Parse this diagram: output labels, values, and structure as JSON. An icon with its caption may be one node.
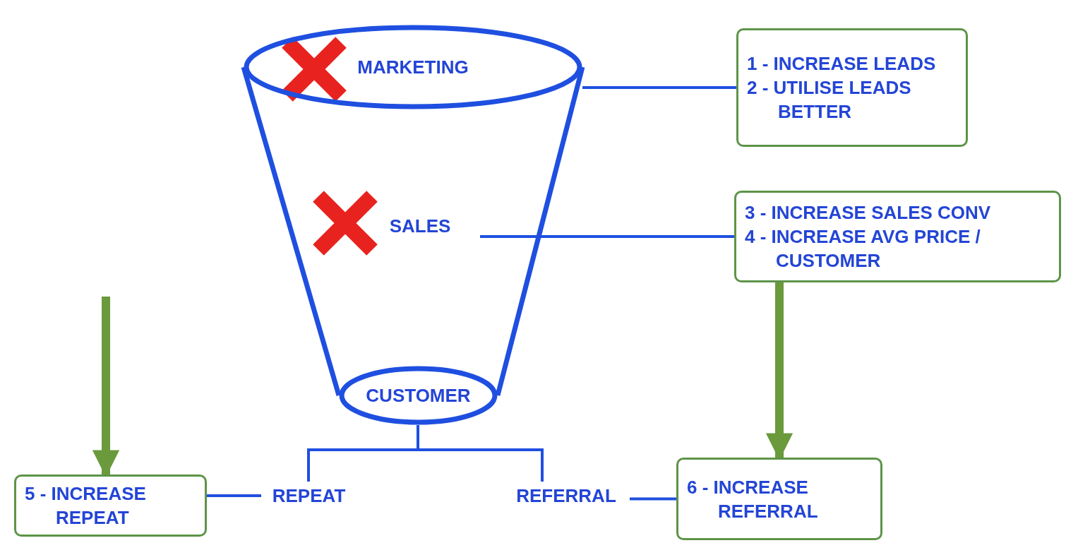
{
  "diagram": {
    "nodes": [
      {
        "text": [
          "MARKETING"
        ]
      },
      {
        "text": [
          "1 - INCREASE LEADS",
          "2 - UTILISE LEADS BETTER"
        ]
      },
      {
        "text": [
          "SALES"
        ]
      },
      {
        "text": [
          "3 - INCREASE SALES CONV",
          "4 - INCREASE AVG PRICE / CUSTOMER"
        ]
      },
      {
        "text": [
          "CUSTOMER"
        ]
      },
      {
        "text": [
          "5 - INCREASE REPEAT"
        ]
      },
      {
        "text": [
          "REPEAT"
        ]
      },
      {
        "text": [
          "REFERRAL"
        ]
      },
      {
        "text": [
          "6 - INCREASE REFERRAL"
        ]
      }
    ],
    "edges": [
      {
        "from": 0,
        "to": 1,
        "arrow": "none"
      },
      {
        "from": 2,
        "to": 3,
        "arrow": "none"
      },
      {
        "from": 4,
        "to": 6,
        "arrow": "none"
      },
      {
        "from": 4,
        "to": 7,
        "arrow": "none"
      },
      {
        "from": 5,
        "to": 6,
        "arrow": "none"
      },
      {
        "from": 7,
        "to": 8,
        "arrow": "none"
      },
      {
        "from": 3,
        "to": 8,
        "arrow": "to",
        "style": "thick",
        "color": "#6a9a3c"
      },
      {
        "from": null,
        "to": 5,
        "arrow": "to",
        "style": "thick",
        "color": "#6a9a3c"
      }
    ]
  }
}
